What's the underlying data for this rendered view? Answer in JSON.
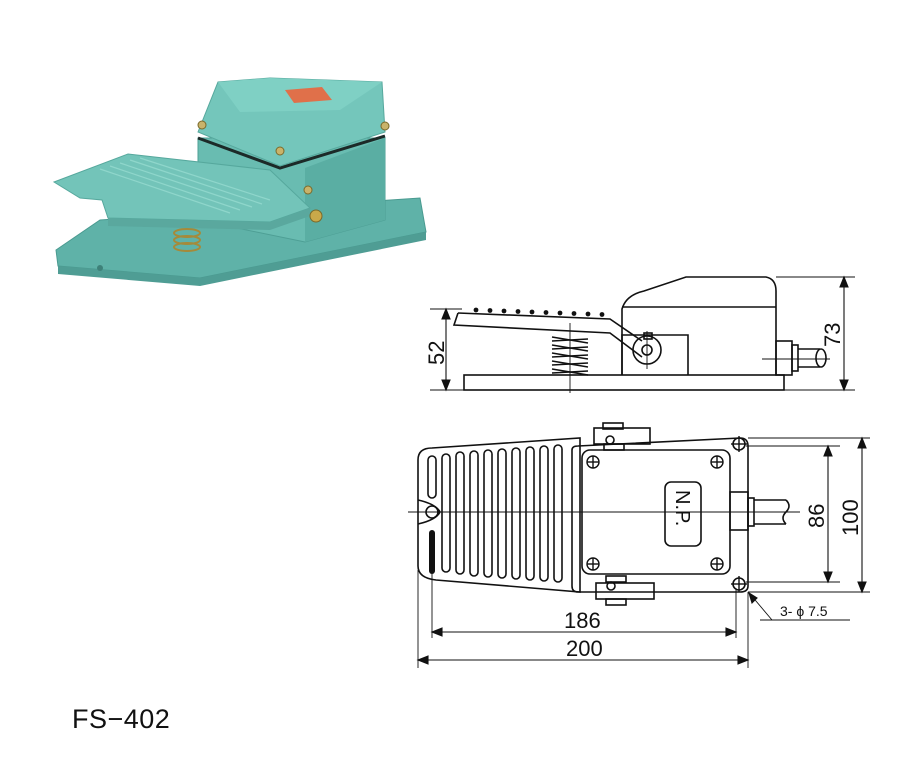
{
  "product": {
    "model": "FS−402",
    "type": "foot switch",
    "body_color": "#6bbfb4",
    "label_plate_color": "#e0704a"
  },
  "side_view": {
    "dimensions": {
      "pedal_height": "52",
      "overall_height": "73"
    }
  },
  "top_view": {
    "nameplate_text": "N.P.",
    "dimensions": {
      "mounting_hole_spacing_length": "186",
      "overall_length": "200",
      "mounting_hole_spacing_width": "86",
      "overall_width": "100",
      "mounting_holes": "3- ϕ 7.5"
    },
    "pedal_ribs": 10
  }
}
